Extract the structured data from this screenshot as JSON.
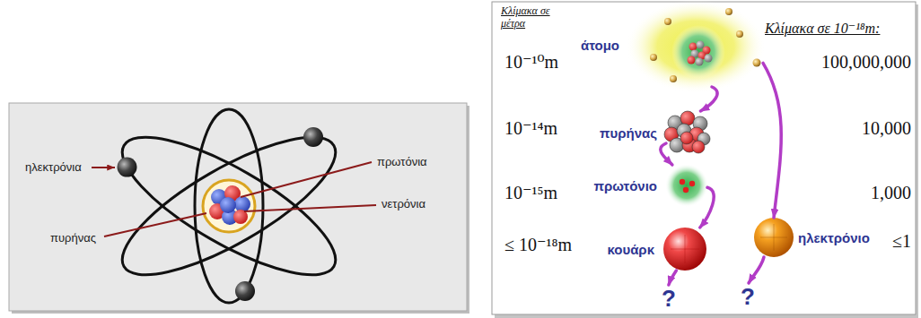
{
  "diagram": {
    "nodes": [
      {
        "text": [
          "άτομο"
        ]
      },
      {
        "text": [
          "πυρήνας"
        ]
      },
      {
        "text": [
          "πρωτόνιο"
        ]
      },
      {
        "text": [
          "κουάρκ"
        ]
      },
      {
        "text": [
          "ηλεκτρόνιο"
        ]
      },
      {
        "text": [
          "?"
        ]
      },
      {
        "text": [
          "?"
        ]
      }
    ],
    "edges": [
      {
        "from": 0,
        "to": 1,
        "arrow": "to"
      },
      {
        "from": 1,
        "to": 2,
        "arrow": "to"
      },
      {
        "from": 2,
        "to": 3,
        "arrow": "to"
      },
      {
        "from": 0,
        "to": 4,
        "arrow": "to"
      },
      {
        "from": 3,
        "to": 5,
        "arrow": "to"
      },
      {
        "from": 4,
        "to": 6,
        "arrow": "to"
      }
    ],
    "labels": [
      "ηλεκτρόνια",
      "πρωτόνια",
      "νετρόνια",
      "πυρήνας",
      "Κλίμακα σε μέτρα",
      "Κλίμακα σε 10⁻¹⁸m:",
      "10⁻¹⁰m",
      "10⁻¹⁴m",
      "10⁻¹⁵m",
      "≤ 10⁻¹⁸m",
      "100,000,000",
      "10,000",
      "1,000",
      "≤1"
    ]
  }
}
